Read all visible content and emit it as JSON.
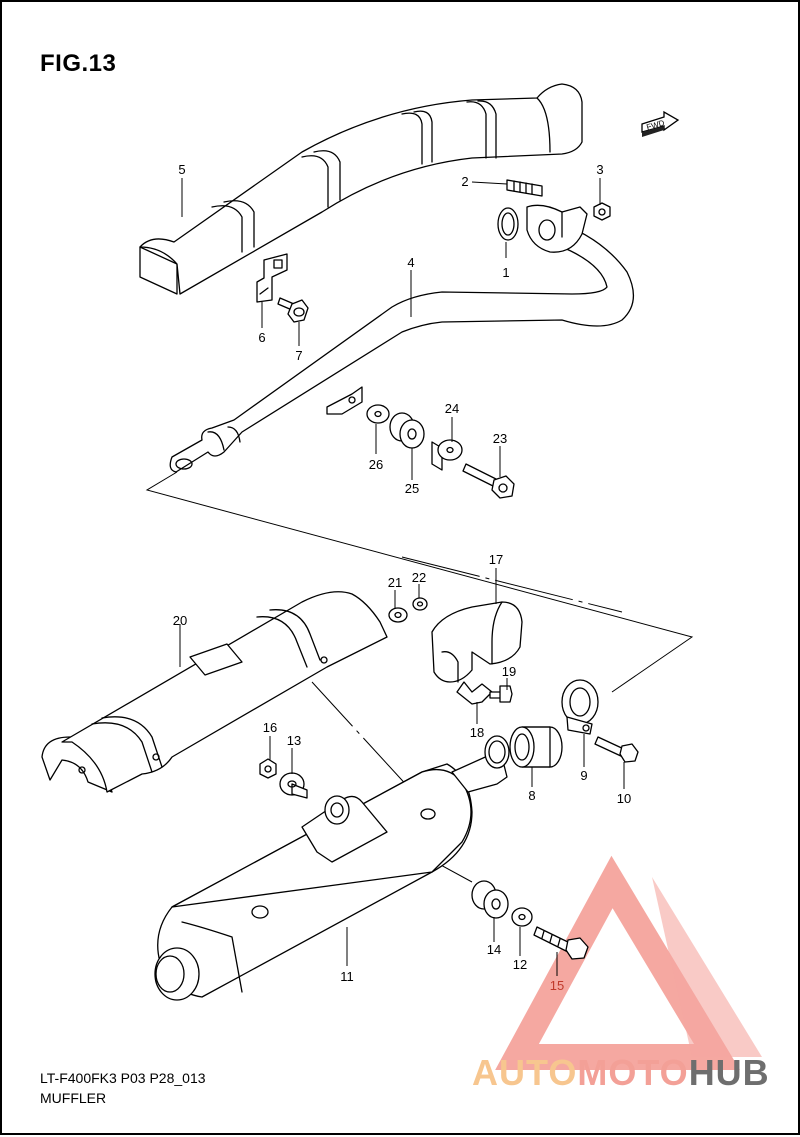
{
  "figure": {
    "title": "FIG.13",
    "code": "LT-F400FK3 P03 P28_013",
    "name": "MUFFLER"
  },
  "fwd_label": "FWD",
  "parts": [
    "1",
    "2",
    "3",
    "4",
    "5",
    "6",
    "7",
    "8",
    "9",
    "10",
    "11",
    "12",
    "13",
    "14",
    "15",
    "16",
    "17",
    "18",
    "19",
    "20",
    "21",
    "22",
    "23",
    "24",
    "25",
    "26"
  ],
  "watermark": {
    "part1": "AUTO",
    "part2": "MOTO",
    "part3": "HUB",
    "color_triangle": "#f28b82",
    "color_auto": "#f7c68f",
    "color_hub": "#6e6e6e"
  }
}
